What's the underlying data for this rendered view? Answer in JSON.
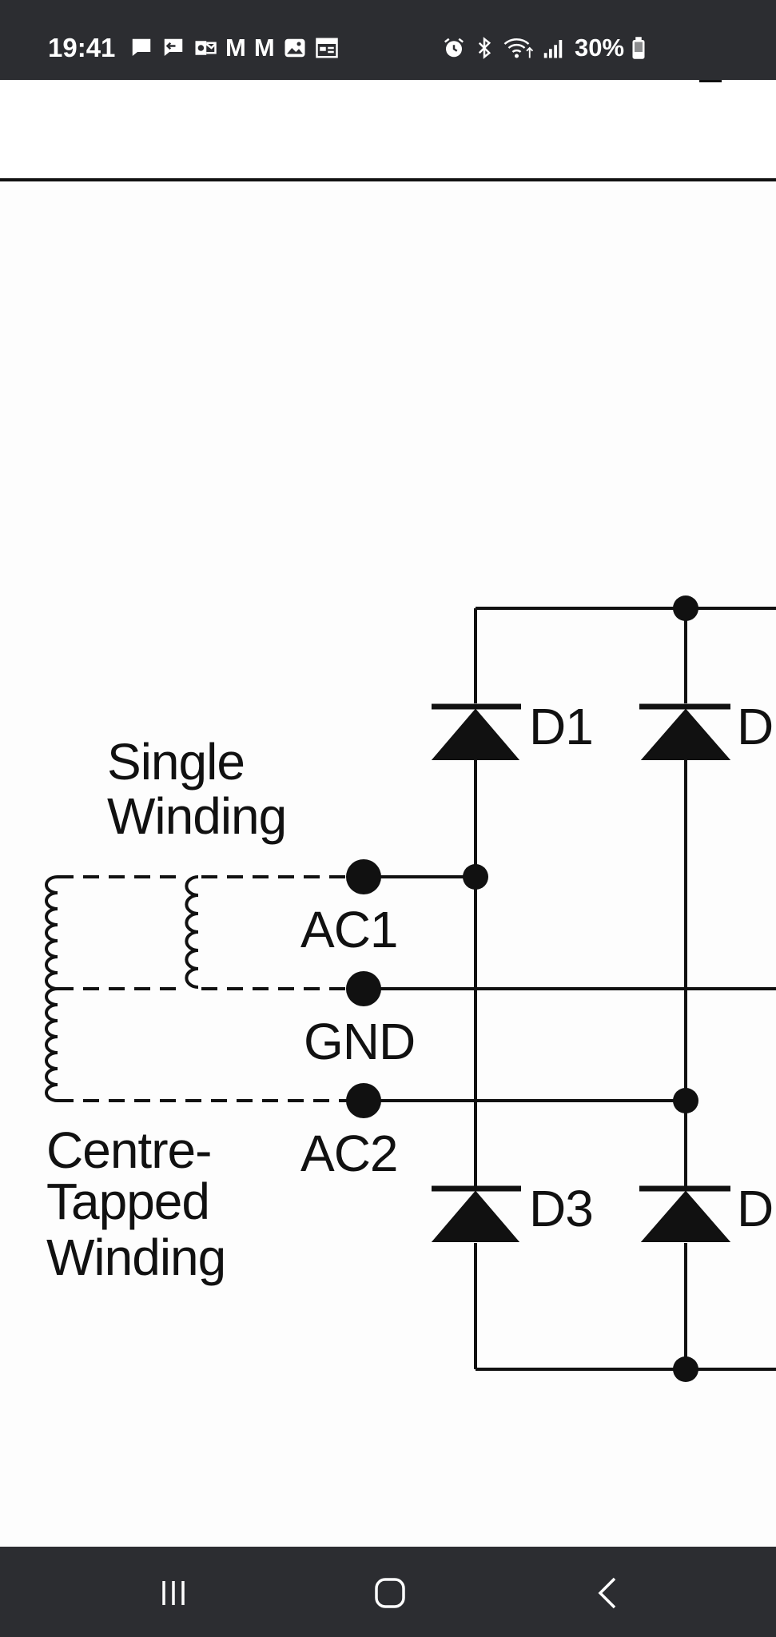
{
  "status_bar": {
    "time": "19:41",
    "notification_icons": [
      "chat-icon",
      "chat-reply-icon",
      "outlook-icon",
      "gmail-icon",
      "gmail-icon",
      "gallery-icon",
      "calendar-icon"
    ],
    "gmail_glyph": "M",
    "system_icons": [
      "alarm-icon",
      "bluetooth-icon",
      "wifi-icon",
      "signal-icon",
      "battery-icon"
    ],
    "battery_text": "30%"
  },
  "diagram": {
    "labels": {
      "single_winding_line1": "Single",
      "single_winding_line2": "Winding",
      "centre_tapped_line1": "Centre-",
      "centre_tapped_line2": "Tapped",
      "centre_tapped_line3": "Winding",
      "ac1": "AC1",
      "gnd": "GND",
      "ac2": "AC2",
      "d1": "D1",
      "d2_partial": "D",
      "d3": "D3",
      "d4_partial": "D"
    },
    "colors": {
      "ink": "#111111",
      "background": "#fdfdfd"
    }
  },
  "nav_bar": {
    "buttons": [
      "recent-apps-icon",
      "home-icon",
      "back-icon"
    ]
  }
}
